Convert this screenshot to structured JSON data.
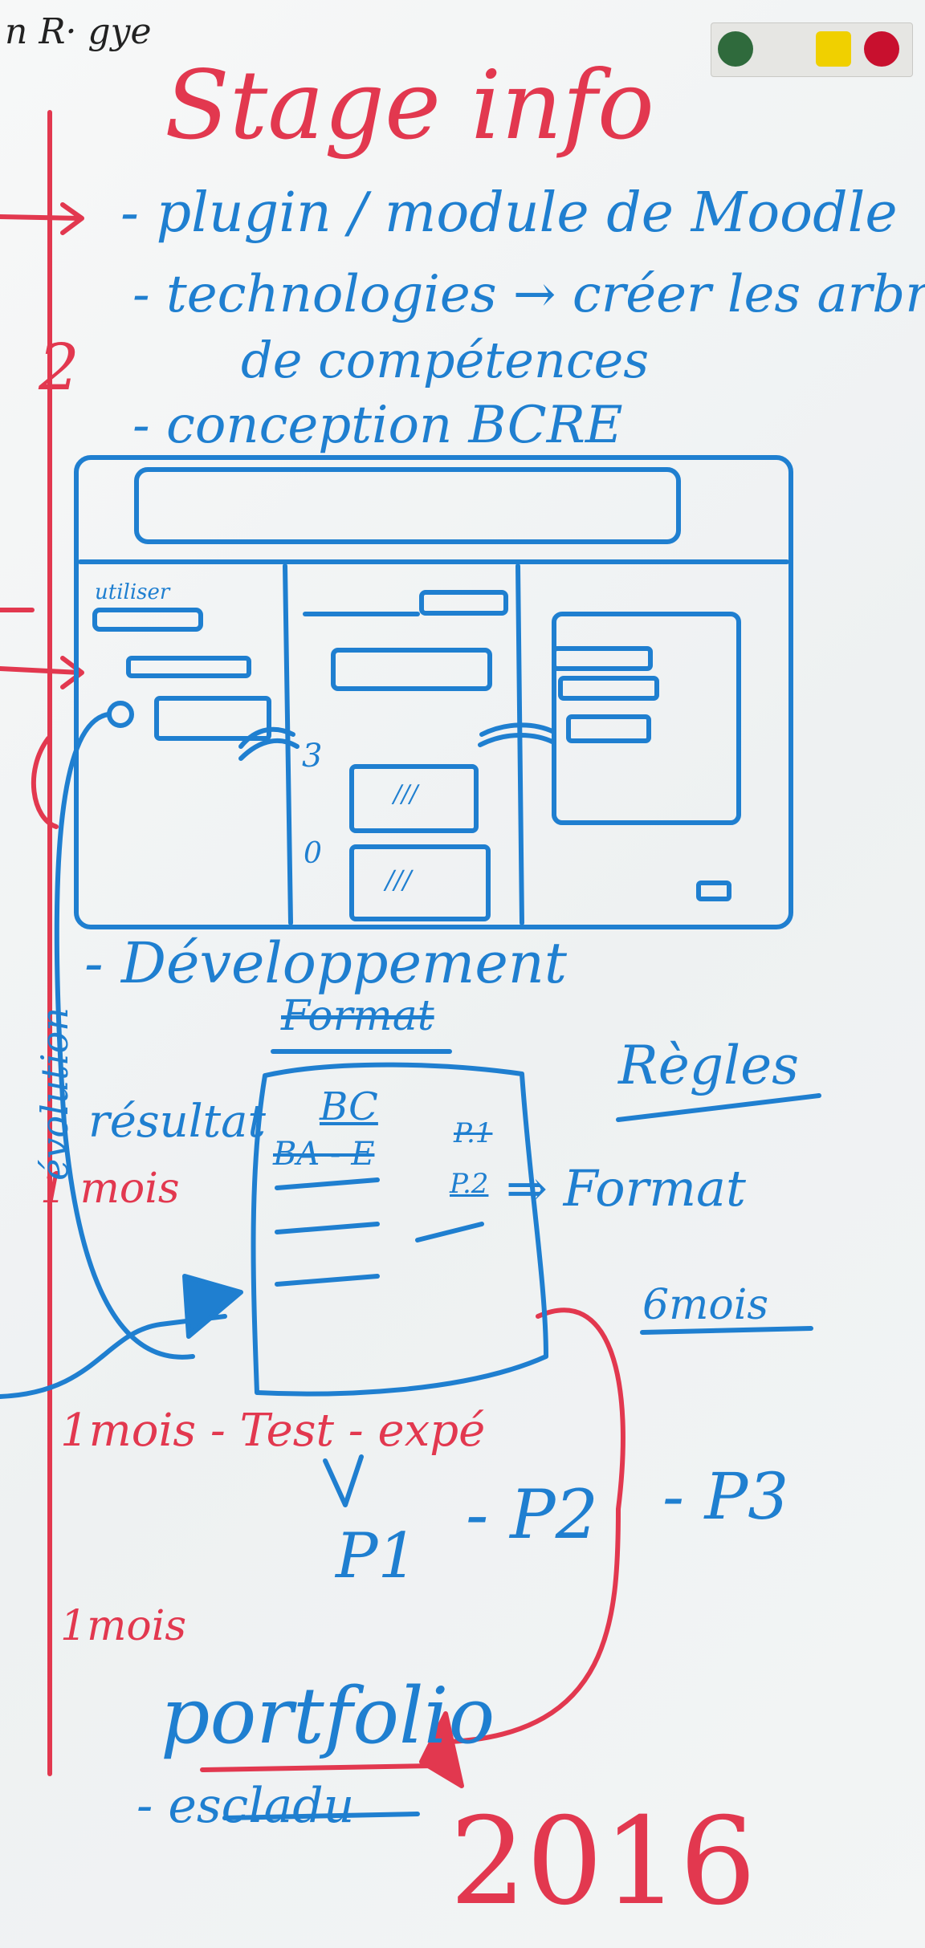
{
  "board": {
    "corner_note": "n R· gye",
    "title": "Stage info",
    "bullets": [
      "- plugin / module de Moodle",
      "- technologies → créer les arbres",
      "de compétences",
      "- conception BCRE"
    ],
    "margin_number": "2",
    "mockup_marks": {
      "left_header": "utiliser",
      "mid_number_1": "3",
      "mid_number_2": "0",
      "mid_card_1": "///",
      "mid_card_2": "///"
    },
    "development": "- Développement",
    "format_heading": "Format",
    "resultat": "résultat",
    "bc": "BC",
    "ba_e": "BA - E",
    "p1": "P.1",
    "p2": "P.2",
    "regles": "Règles",
    "format_arrow": "⇒ Format",
    "six_mois": "6mois",
    "un_mois_a": "1 mois",
    "evolution": "évolution",
    "test_line": "1mois - Test - expé",
    "p1b": "P1",
    "p2b": "- P2",
    "p3b": "- P3",
    "un_mois_b": "1mois",
    "portfolio": "portfolio",
    "escaladu": "- escladu",
    "year": "2016"
  },
  "colors": {
    "red_ink": "#e2384f",
    "blue_ink": "#1f7fd0",
    "board": "#f4f6f7"
  }
}
